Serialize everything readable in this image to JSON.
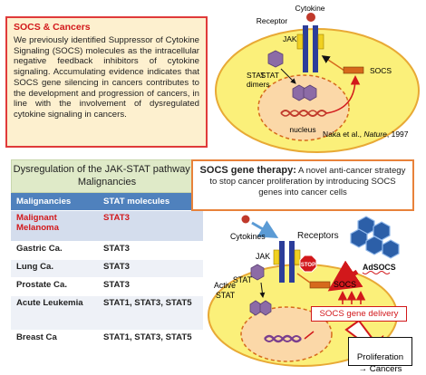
{
  "intro": {
    "title": "SOCS & Cancers",
    "body": "We previously identified Suppressor of Cytokine Signaling (SOCS) molecules as the intracellular negative feedback inhibitors of cytokine signaling. Accumulating evidence indicates that SOCS gene silencing in cancers contributes to the development and progression of cancers, in line with the involvement of dysregulated cytokine signaling in cancers."
  },
  "top_diagram": {
    "cytokine": "Cytokine",
    "receptor": "Receptor",
    "jak": "JAK",
    "stat": "STAT",
    "stat_dimers": "STAT\ndimers",
    "socs": "SOCS",
    "nucleus": "nucleus",
    "citation_prefix": "Naka et al., ",
    "citation_journal": "Nature",
    "citation_year": ", 1997"
  },
  "table": {
    "title": "Dysregulation of the JAK-STAT pathway in Malignancies",
    "headers": [
      "Malignancies",
      "STAT molecules"
    ],
    "rows": [
      [
        "Malignant Melanoma",
        "STAT3"
      ],
      [
        "Gastric Ca.",
        "STAT3"
      ],
      [
        "Lung Ca.",
        "STAT3"
      ],
      [
        "Prostate Ca.",
        "STAT3"
      ],
      [
        "Acute Leukemia",
        "STAT1, STAT3, STAT5"
      ],
      [
        "Breast Ca",
        "STAT1, STAT3, STAT5"
      ]
    ]
  },
  "therapy": {
    "title": "SOCS gene therapy:",
    "body": " A novel anti-cancer strategy to stop cancer proliferation by introducing SOCS genes into cancer cells"
  },
  "bottom_diagram": {
    "cytokines": "Cytokines",
    "receptors": "Receptors",
    "jak": "JAK",
    "stat": "STAT",
    "active_stat": "Active\nSTAT",
    "stop": "STOP",
    "socs": "SOCS",
    "adsocs": "AdSOCS",
    "delivery": "SOCS gene delivery",
    "proliferation": "Proliferation\n→ Cancers"
  },
  "colors": {
    "cell_fill": "#fbf07a",
    "cell_border": "#e8a935",
    "red": "#d2181b",
    "blue_header": "#4f81bd",
    "receptor_blue": "#2c3d9a",
    "stat_purple": "#8c6ba6",
    "socs_orange": "#d6691c"
  }
}
